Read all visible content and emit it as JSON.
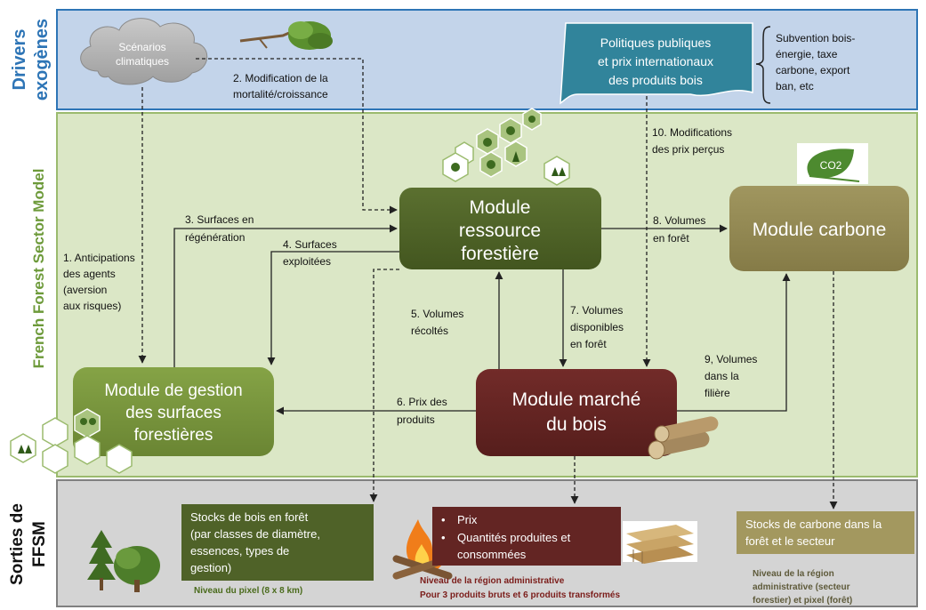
{
  "bands": {
    "drivers_label": [
      "Drivers",
      "exogènes"
    ],
    "model_label": "French Forest Sector Model",
    "outputs_label": [
      "Sorties de",
      "FFSM"
    ]
  },
  "nodes": {
    "scenarios": [
      "Scénarios",
      "climatiques"
    ],
    "policies": [
      "Politiques publiques",
      "et prix internationaux",
      "des produits bois"
    ],
    "policy_examples": [
      "Subvention bois-",
      "énergie, taxe",
      "carbone, export",
      "ban, etc"
    ],
    "resource": [
      "Module",
      "ressource",
      "forestière"
    ],
    "carbon": "Module carbone",
    "management": [
      "Module de gestion",
      "des surfaces",
      "forestières"
    ],
    "market": [
      "Module marché",
      "du bois"
    ],
    "co2_icon_text": "CO2"
  },
  "flows": {
    "f1": [
      "1. Anticipations",
      "des agents",
      "(aversion",
      "aux risques)"
    ],
    "f2": [
      "2. Modification de la",
      "mortalité/croissance"
    ],
    "f3": [
      "3. Surfaces en",
      "régénération"
    ],
    "f4": [
      "4. Surfaces",
      "exploitées"
    ],
    "f5": [
      "5. Volumes",
      "récoltés"
    ],
    "f6": [
      "6. Prix des",
      "produits"
    ],
    "f7": [
      "7. Volumes",
      "disponibles",
      "en forêt"
    ],
    "f8": [
      "8. Volumes",
      "en forêt"
    ],
    "f9": [
      "9, Volumes",
      "dans la",
      "filière"
    ],
    "f10": [
      "10. Modifications",
      "des prix perçus"
    ]
  },
  "outputs": {
    "stocks_bois": [
      "Stocks de bois en forêt",
      "(par classes de diamètre,",
      "essences, types de",
      "gestion)"
    ],
    "stocks_bois_level": "Niveau du pixel (8 x 8 km)",
    "market_items": [
      "Prix",
      "Quantités produites et",
      "consommées"
    ],
    "market_level": [
      "Niveau de la région administrative",
      "Pour 3 produits bruts et 6 produits transformés"
    ],
    "carbon_stocks": [
      "Stocks de carbone dans la",
      "forêt et le secteur"
    ],
    "carbon_level": [
      "Niveau de la région",
      "administrative (secteur",
      "forestier) et pixel (forêt)"
    ]
  },
  "colors": {
    "drivers_bg": "#c3d4ea",
    "drivers_border": "#2e75b6",
    "model_bg": "#dbe7c6",
    "model_border": "#8fb36a",
    "outputs_bg": "#d3d3d3",
    "outputs_border": "#7f7f7f",
    "resource": "#4f6228",
    "carbon": "#938953",
    "management": "#77933c",
    "market": "#632523",
    "policies": "#31849b",
    "band_label": "#2e75b6",
    "model_label": "#6d9a3a"
  }
}
